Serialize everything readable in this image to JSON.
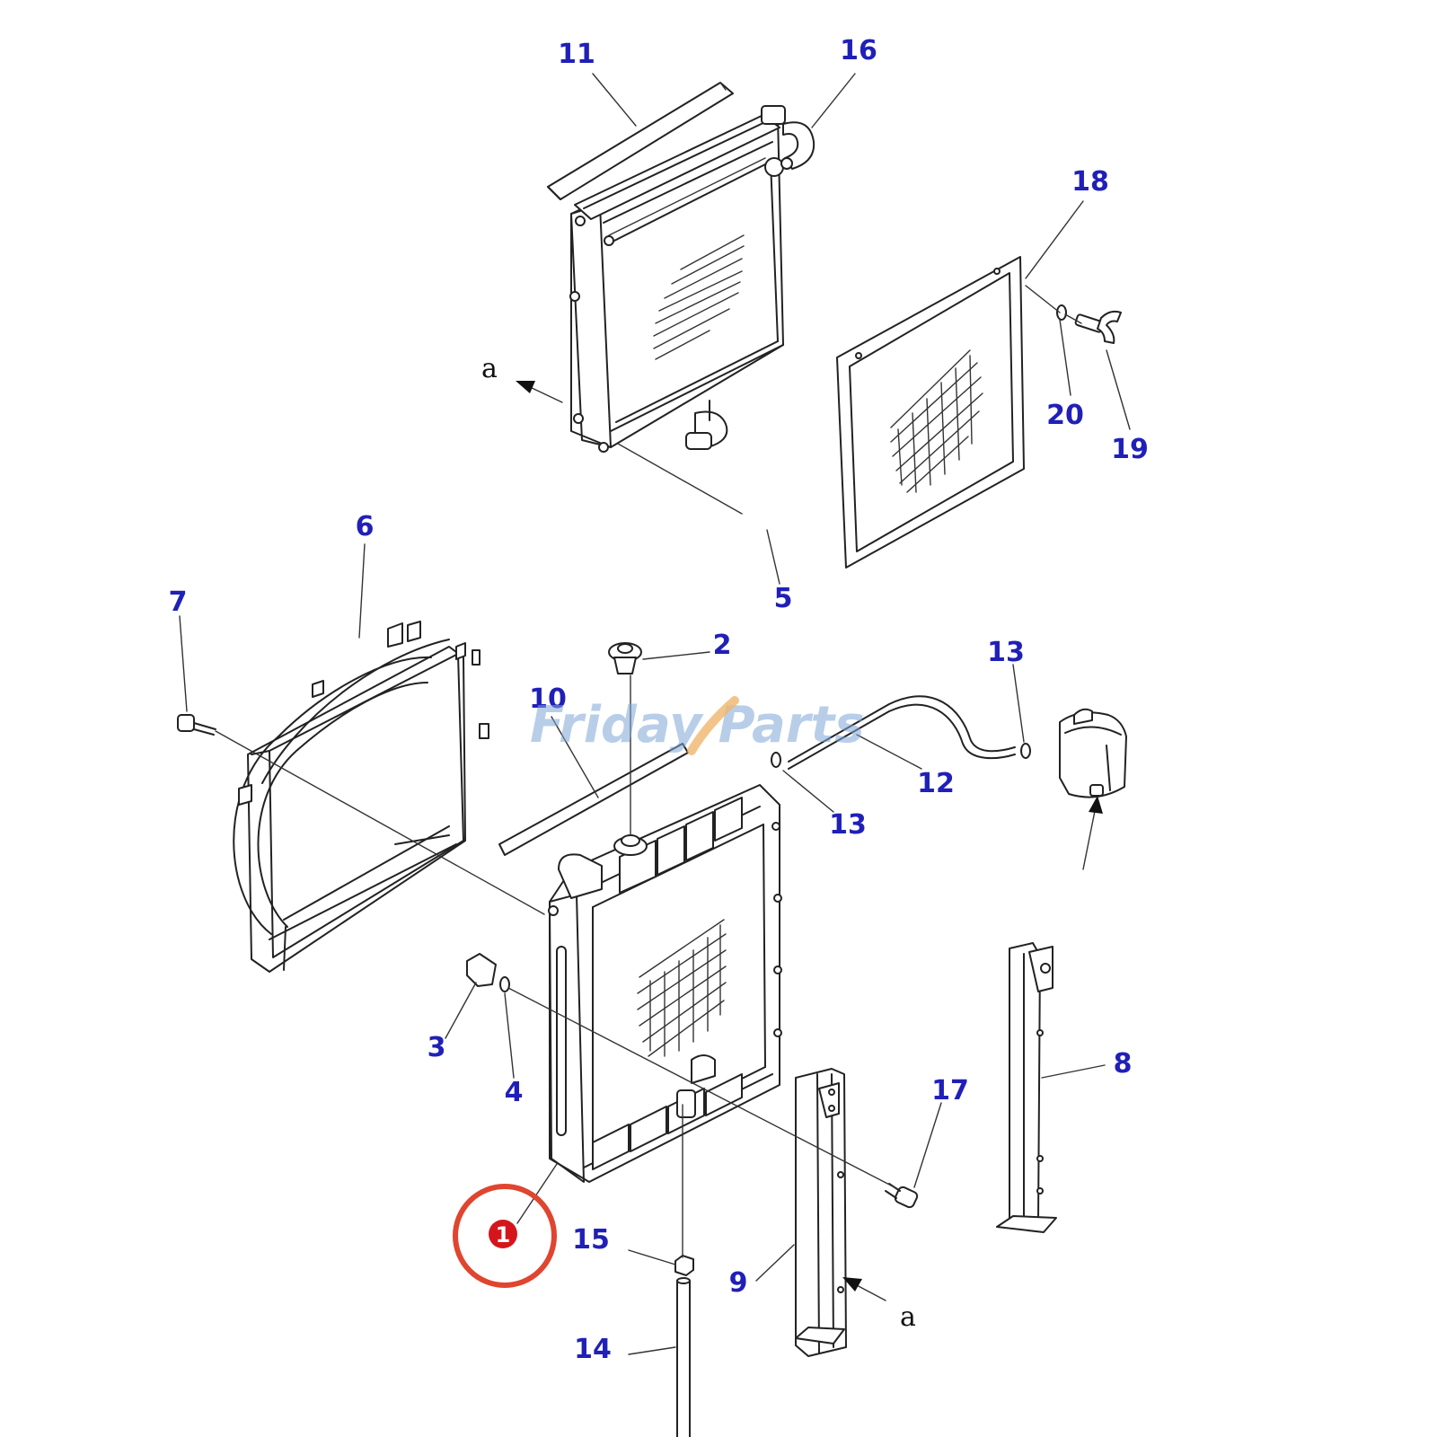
{
  "colors": {
    "callout": "#2020b8",
    "highlight_ring": "#e0452f",
    "highlight_dot": "#d4161c",
    "watermark_blue": "#7fa7d6",
    "watermark_orange": "#f0b56b",
    "line": "#222222"
  },
  "watermark": {
    "part1": "Friday",
    "part2": "Parts"
  },
  "highlight": {
    "label": "1"
  },
  "arrow_labels": {
    "top": "a",
    "bottom": "a"
  },
  "callouts": [
    {
      "id": "11",
      "label": "11"
    },
    {
      "id": "16",
      "label": "16"
    },
    {
      "id": "18",
      "label": "18"
    },
    {
      "id": "20",
      "label": "20"
    },
    {
      "id": "19",
      "label": "19"
    },
    {
      "id": "5",
      "label": "5"
    },
    {
      "id": "6",
      "label": "6"
    },
    {
      "id": "7",
      "label": "7"
    },
    {
      "id": "2",
      "label": "2"
    },
    {
      "id": "10",
      "label": "10"
    },
    {
      "id": "13a",
      "label": "13"
    },
    {
      "id": "12",
      "label": "12"
    },
    {
      "id": "13b",
      "label": "13"
    },
    {
      "id": "3",
      "label": "3"
    },
    {
      "id": "4",
      "label": "4"
    },
    {
      "id": "8",
      "label": "8"
    },
    {
      "id": "17",
      "label": "17"
    },
    {
      "id": "15",
      "label": "15"
    },
    {
      "id": "9",
      "label": "9"
    },
    {
      "id": "14",
      "label": "14"
    }
  ]
}
